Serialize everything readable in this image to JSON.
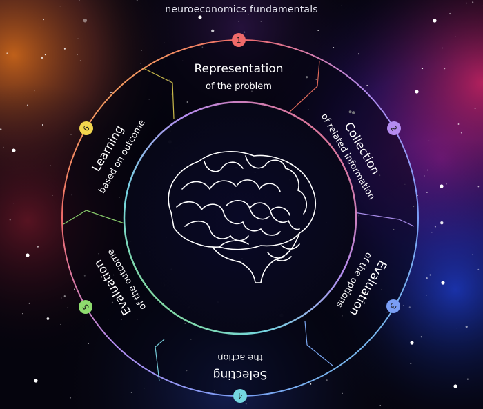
{
  "title": "neuroeconomics fundamentals",
  "steps": [
    {
      "num": "1",
      "title": "Representation",
      "sub": "of the problem",
      "color": "#f06a6a"
    },
    {
      "num": "2",
      "title": "Collection",
      "sub": "of related information",
      "color": "#b48cf0"
    },
    {
      "num": "3",
      "title": "Evaluation",
      "sub": "of the options",
      "color": "#7a9ef5"
    },
    {
      "num": "4",
      "title": "Selecting",
      "sub": "the action",
      "color": "#74d6e0"
    },
    {
      "num": "5",
      "title": "Evaluation",
      "sub": "of the outcome",
      "color": "#8edb6e"
    },
    {
      "num": "6",
      "title": "Learning",
      "sub": "based on outcome",
      "color": "#f2d64e"
    }
  ],
  "icons": {
    "center": "brain-icon"
  }
}
